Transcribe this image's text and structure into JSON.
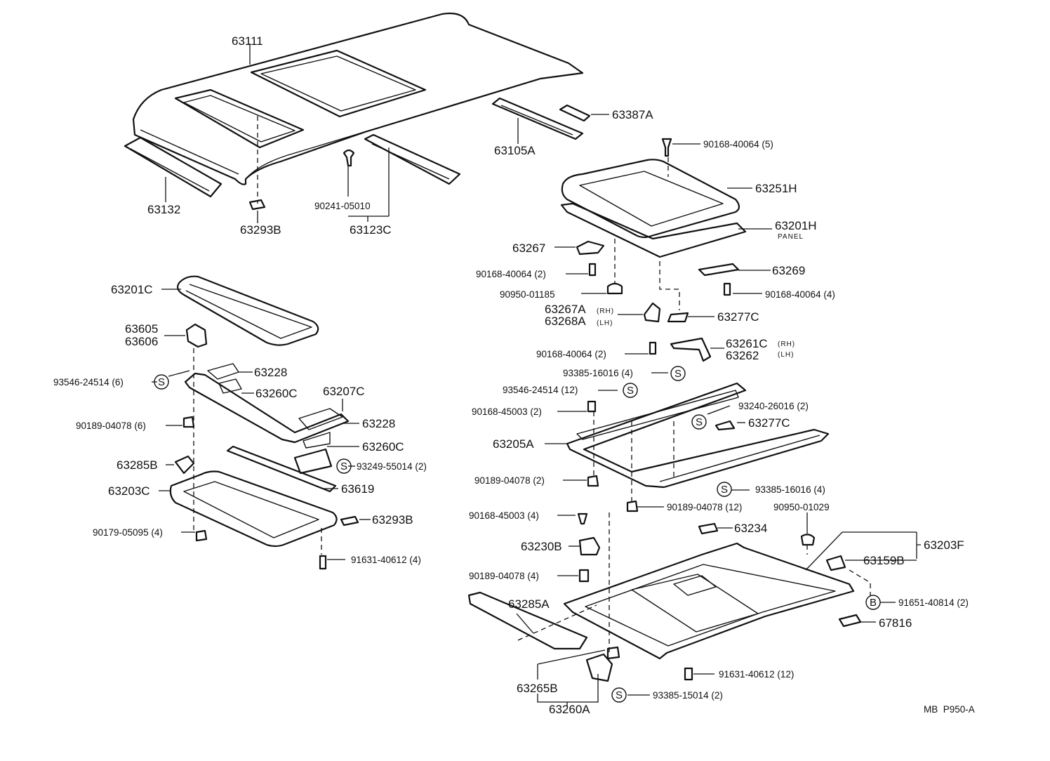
{
  "diagram": {
    "ref_code": "MB  P950-A",
    "symbols": {
      "s": "S",
      "b": "B"
    },
    "labels": {
      "p63111": "63111",
      "p63387A": "63387A",
      "p63105A": "63105A",
      "p63132": "63132",
      "p63293B_top": "63293B",
      "p90241": "90241-05010",
      "p63123C": "63123C",
      "p90168_5": "90168-40064 (5)",
      "p63251H": "63251H",
      "p63201H": "63201H",
      "p63201H_sub": "PANEL",
      "p63267": "63267",
      "p90168_2a": "90168-40064 (2)",
      "p63269": "63269",
      "p90950_01185": "90950-01185",
      "p90168_4": "90168-40064 (4)",
      "p63267A": "63267A",
      "p63267A_side": "(RH)",
      "p63268A": "63268A",
      "p63268A_side": "(LH)",
      "p63277C_a": "63277C",
      "p90168_2b": "90168-40064 (2)",
      "p63261C": "63261C",
      "p63261C_side": "(RH)",
      "p63262": "63262",
      "p63262_side": "(LH)",
      "p93385_4a": "93385-16016 (4)",
      "p63201C": "63201C",
      "p63605": "63605",
      "p63606": "63606",
      "p93546_6": "93546-24514 (6)",
      "p63228_a": "63228",
      "p63260C_a": "63260C",
      "p63207C": "63207C",
      "p90189_6": "90189-04078 (6)",
      "p63228_b": "63228",
      "p63260C_b": "63260C",
      "p63285B": "63285B",
      "p93249": "93249-55014 (2)",
      "p63203C": "63203C",
      "p63619": "63619",
      "p63293B_low": "63293B",
      "p90179": "90179-05095 (4)",
      "p91631_4": "91631-40612 (4)",
      "p93546_12": "93546-24514 (12)",
      "p90168_45003_2": "90168-45003 (2)",
      "p93240": "93240-26016 (2)",
      "p63277C_b": "63277C",
      "p63205A": "63205A",
      "p90189_2": "90189-04078 (2)",
      "p93385_4b": "93385-16016 (4)",
      "p90189_12": "90189-04078 (12)",
      "p90168_45003_4": "90168-45003 (4)",
      "p90950_01029": "90950-01029",
      "p63234": "63234",
      "p63230B": "63230B",
      "p63203F": "63203F",
      "p63159B": "63159B",
      "p90189_4": "90189-04078 (4)",
      "p91651": "91651-40814 (2)",
      "p63285A": "63285A",
      "p67816": "67816",
      "p91631_12": "91631-40612 (12)",
      "p63265B": "63265B",
      "p93385_15014": "93385-15014 (2)",
      "p63260A": "63260A"
    }
  }
}
